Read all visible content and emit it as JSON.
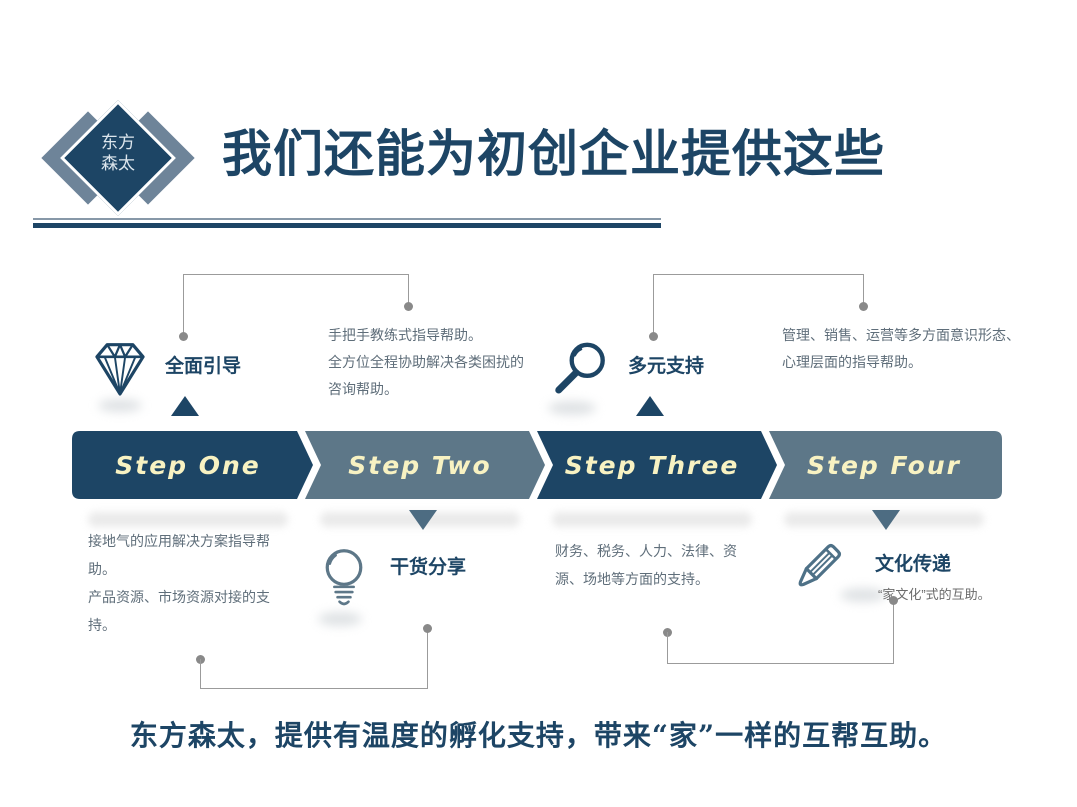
{
  "logo": {
    "line1": "东方",
    "line2": "森太"
  },
  "header": {
    "title": "我们还能为初创企业提供这些"
  },
  "steps": [
    {
      "label": "Step One"
    },
    {
      "label": "Step Two"
    },
    {
      "label": "Step Three"
    },
    {
      "label": "Step Four"
    }
  ],
  "features": [
    {
      "label": "全面引导",
      "icon": "diamond-gem-icon",
      "lines": [
        "手把手教练式指导帮助。",
        "全方位全程协助解决各类困扰的咨询帮助。"
      ]
    },
    {
      "label": "干货分享",
      "icon": "light-bulb-icon",
      "lines": [
        "接地气的应用解决方案指导帮助。",
        "产品资源、市场资源对接的支持。"
      ]
    },
    {
      "label": "多元支持",
      "icon": "magnifier-icon",
      "lines": [
        "管理、销售、运营等多方面意识形态、心理层面的指导帮助。"
      ]
    },
    {
      "label": "文化传递",
      "icon": "pencil-icon",
      "lines": [
        "财务、税务、人力、法律、资源、场地等方面的支持。"
      ],
      "note": "“家文化”式的互助。"
    }
  ],
  "tagline": "东方森太，提供有温度的孵化支持，带来“家”一样的互帮互助。",
  "colors": {
    "navy": "#1d4565",
    "slate": "#5d7788",
    "step_text": "#f8f2c2",
    "body_text": "#5f6e7a",
    "connector_gray": "#9b9b9b"
  }
}
